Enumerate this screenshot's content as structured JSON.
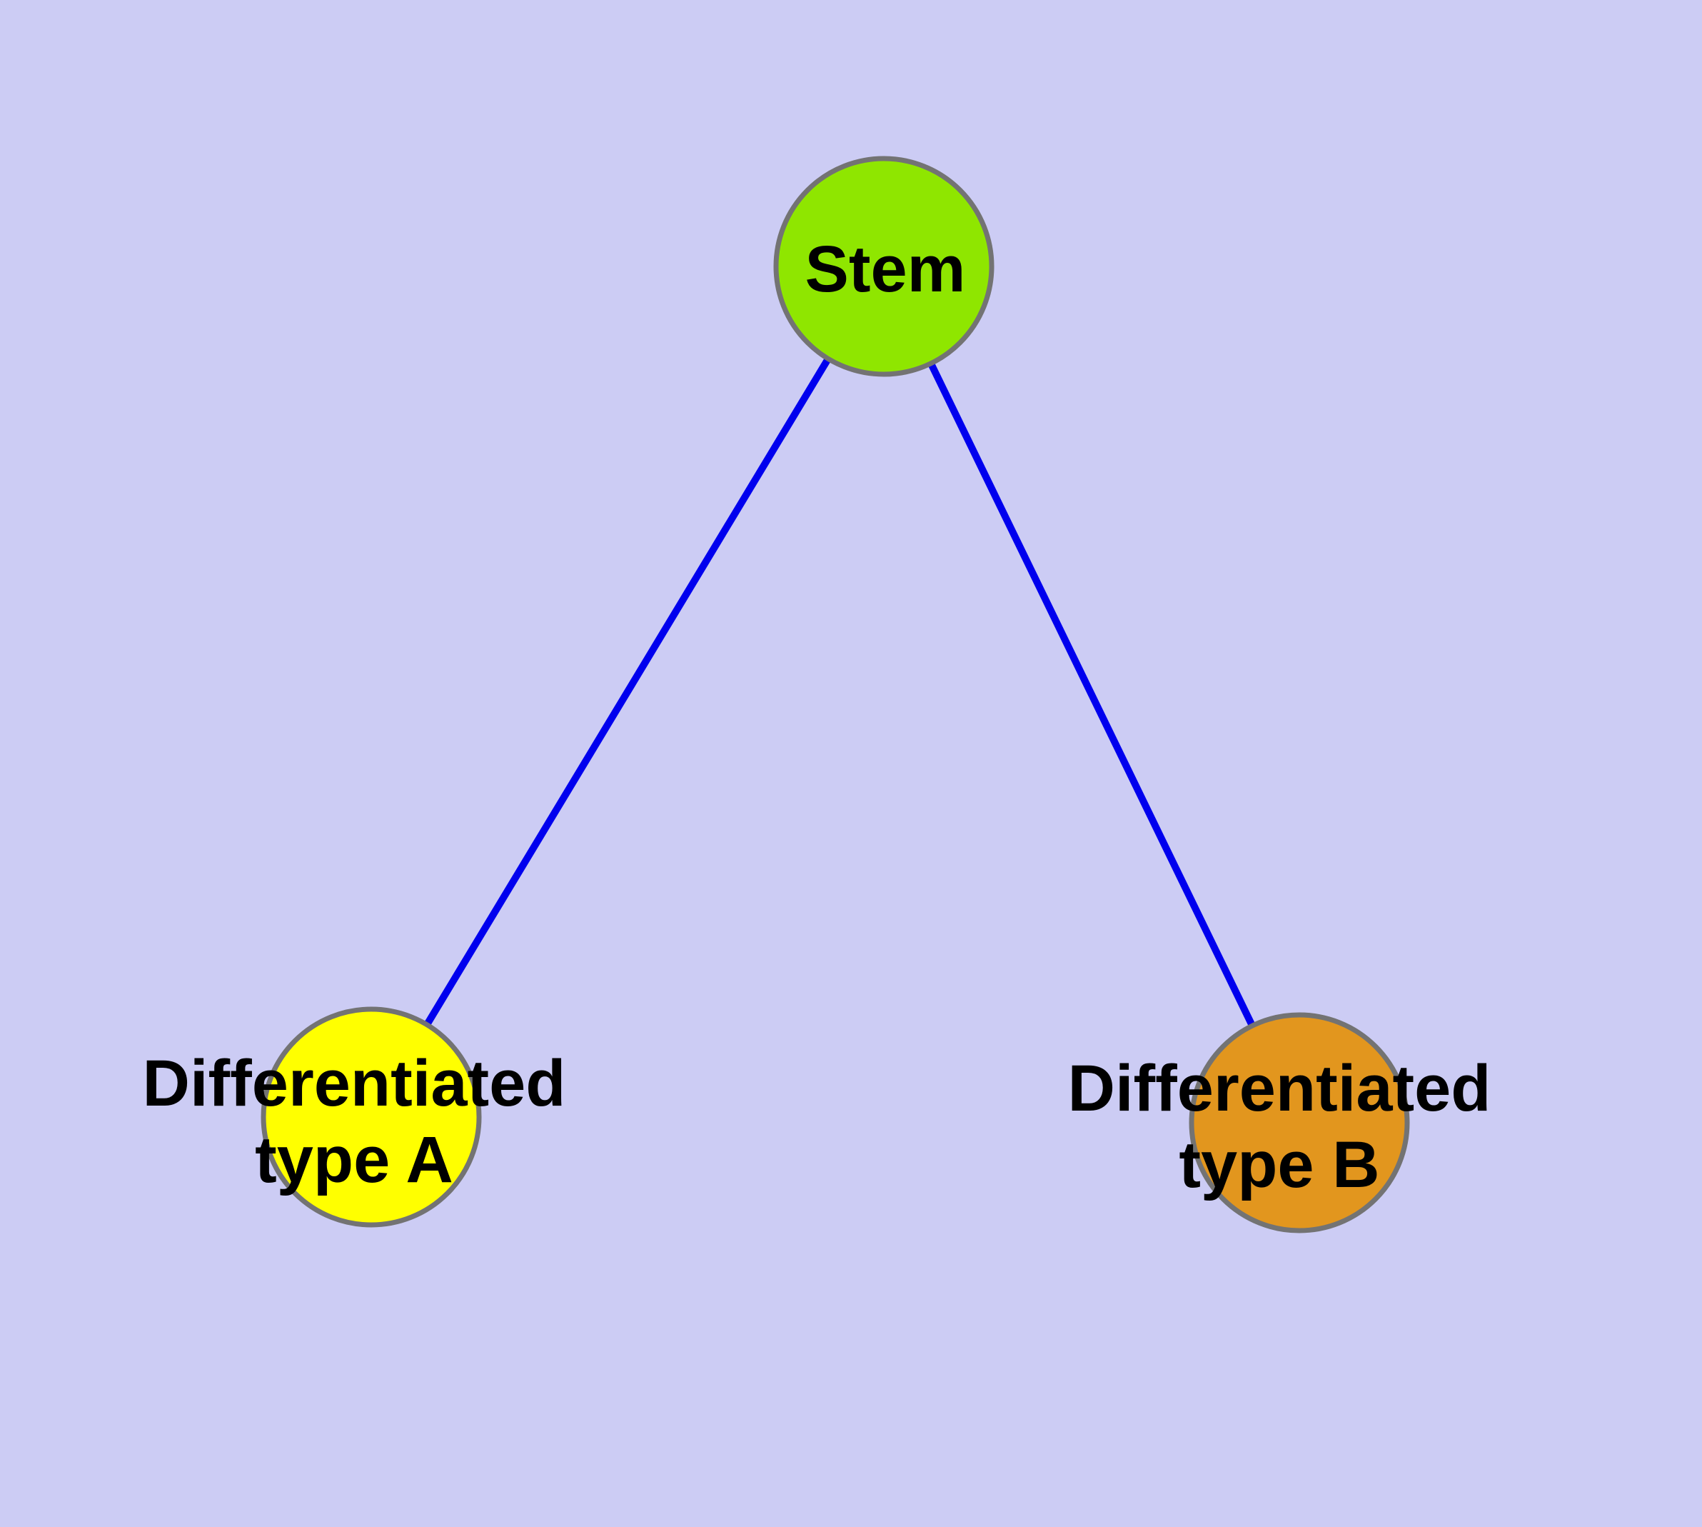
{
  "diagram": {
    "type": "graph",
    "background_color": "#ccccf4",
    "edge_color": "#0000ee",
    "node_border_color": "#737373",
    "label_color": "#000000",
    "nodes": [
      {
        "id": "stem",
        "label": "Stem",
        "label_lines": [
          "Stem"
        ],
        "color": "#8fe600"
      },
      {
        "id": "differentiated-type-a",
        "label": "Differentiated type A",
        "label_lines": [
          "Differentiated",
          "type A"
        ],
        "color": "#ffff00"
      },
      {
        "id": "differentiated-type-b",
        "label": "Differentiated type B",
        "label_lines": [
          "Differentiated",
          "type B"
        ],
        "color": "#e2961e"
      }
    ],
    "edges": [
      {
        "from": "Stem",
        "to": "Differentiated type A"
      },
      {
        "from": "Stem",
        "to": "Differentiated type B"
      }
    ]
  }
}
